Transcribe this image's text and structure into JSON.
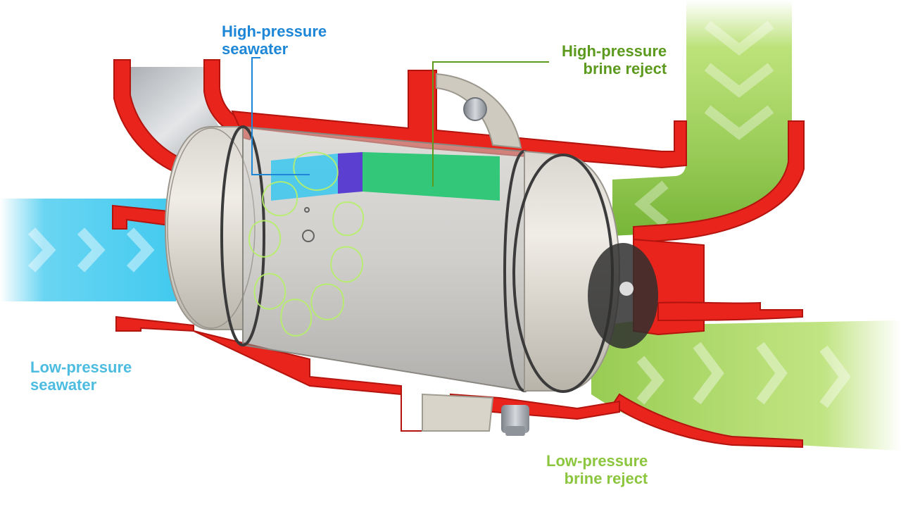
{
  "labels": {
    "high_pressure_seawater": {
      "line1": "High-pressure",
      "line2": "seawater"
    },
    "high_pressure_brine": {
      "line1": "High-pressure",
      "line2": "brine reject"
    },
    "low_pressure_seawater": {
      "line1": "Low-pressure",
      "line2": "seawater"
    },
    "low_pressure_brine": {
      "line1": "Low-pressure",
      "line2": "brine reject"
    }
  },
  "colors": {
    "housing_red": "#e8241c",
    "seawater_blue": "#38c7ee",
    "seawater_blue_dark": "#1e86d6",
    "brine_green": "#8cc63f",
    "brine_green_dark": "#5c9a1e",
    "piston_purple": "#5b3fd0",
    "piston_green": "#33c77a",
    "ceramic": "#e6e1d6",
    "steel": "#9aa0a6"
  }
}
